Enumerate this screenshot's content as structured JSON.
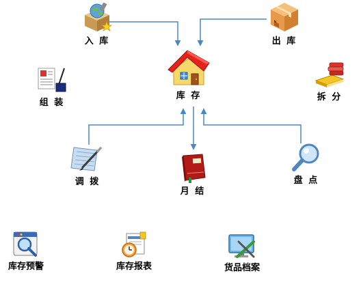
{
  "diagram": {
    "line_color": "#4a87c9",
    "nodes": {
      "ruku": {
        "label": "入 库",
        "icon": "box-with-globe-icon"
      },
      "chuku": {
        "label": "出 库",
        "icon": "cardboard-box-icon"
      },
      "kucun": {
        "label": "库 存",
        "icon": "house-icon"
      },
      "zuzhuang": {
        "label": "组 装",
        "icon": "document-and-ink-icon"
      },
      "chaifen": {
        "label": "拆 分",
        "icon": "stacked-books-icon"
      },
      "diaobo": {
        "label": "调 拨",
        "icon": "pen-and-paper-icon"
      },
      "yuejie": {
        "label": "月 结",
        "icon": "red-book-icon"
      },
      "pandian": {
        "label": "盘 点",
        "icon": "magnifier-icon"
      }
    }
  },
  "shortcuts": [
    {
      "label": "库存预警",
      "icon": "warning-magnifier-icon"
    },
    {
      "label": "库存报表",
      "icon": "report-clock-icon"
    },
    {
      "label": "货品档案",
      "icon": "monitor-tools-icon"
    }
  ]
}
